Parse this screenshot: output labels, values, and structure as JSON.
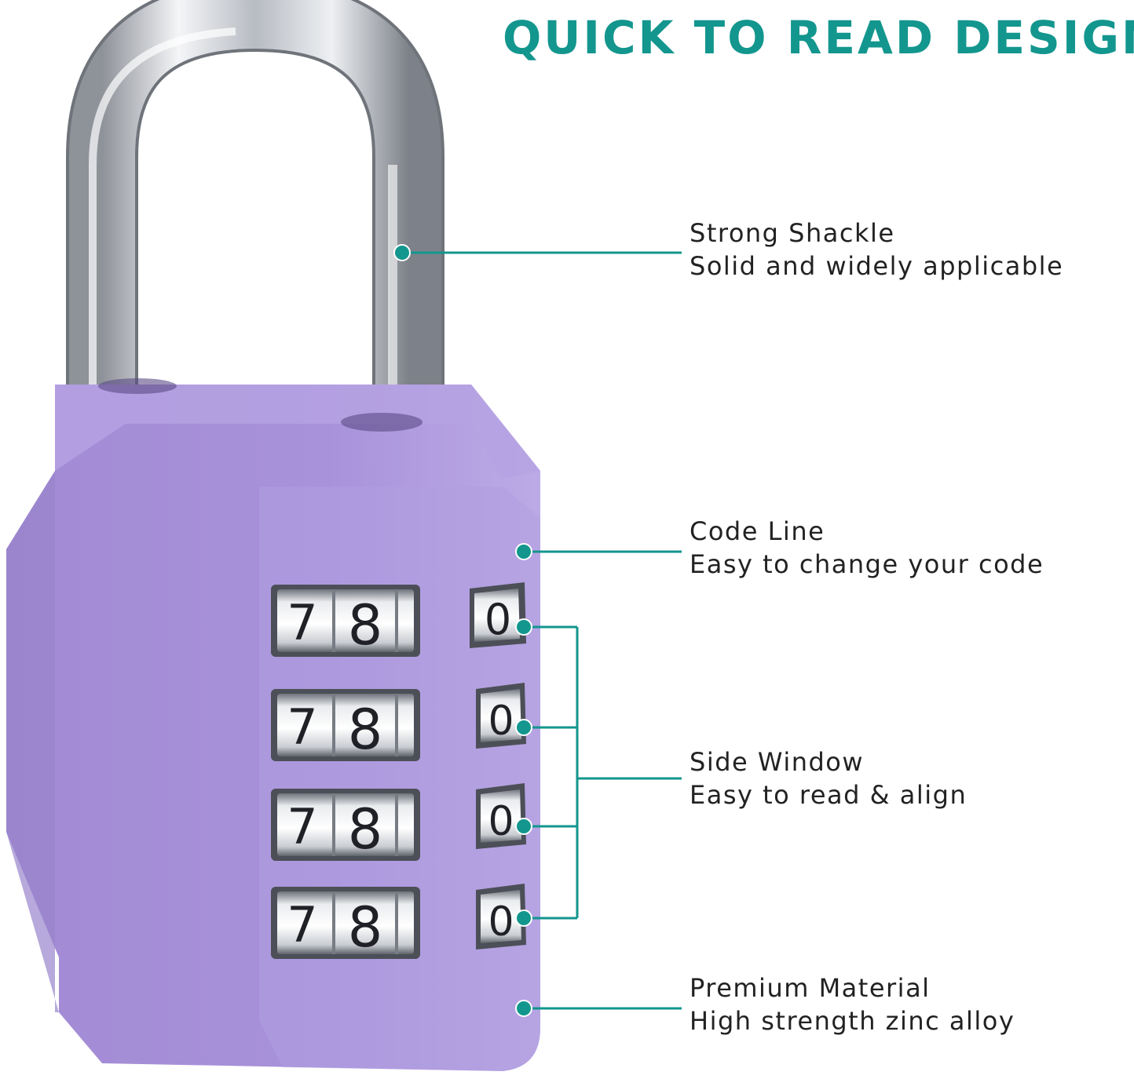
{
  "headline": "QUICK TO READ DESIGN",
  "colors": {
    "accent": "#13968e",
    "lock_body": "#a993d8",
    "shackle": "#c9ccd2",
    "text": "#222222"
  },
  "lock": {
    "dial_digits": [
      [
        "7",
        "8"
      ],
      [
        "7",
        "8"
      ],
      [
        "7",
        "8"
      ],
      [
        "7",
        "8"
      ]
    ],
    "side_digits": [
      "0",
      "0",
      "0",
      "0"
    ]
  },
  "callouts": {
    "shackle": {
      "title": "Strong Shackle",
      "subtitle": "Solid and widely applicable"
    },
    "code_line": {
      "title": "Code Line",
      "subtitle": "Easy to change your code"
    },
    "side_window": {
      "title": "Side Window",
      "subtitle": "Easy to read & align"
    },
    "material": {
      "title": "Premium Material",
      "subtitle": "High strength zinc alloy"
    }
  }
}
